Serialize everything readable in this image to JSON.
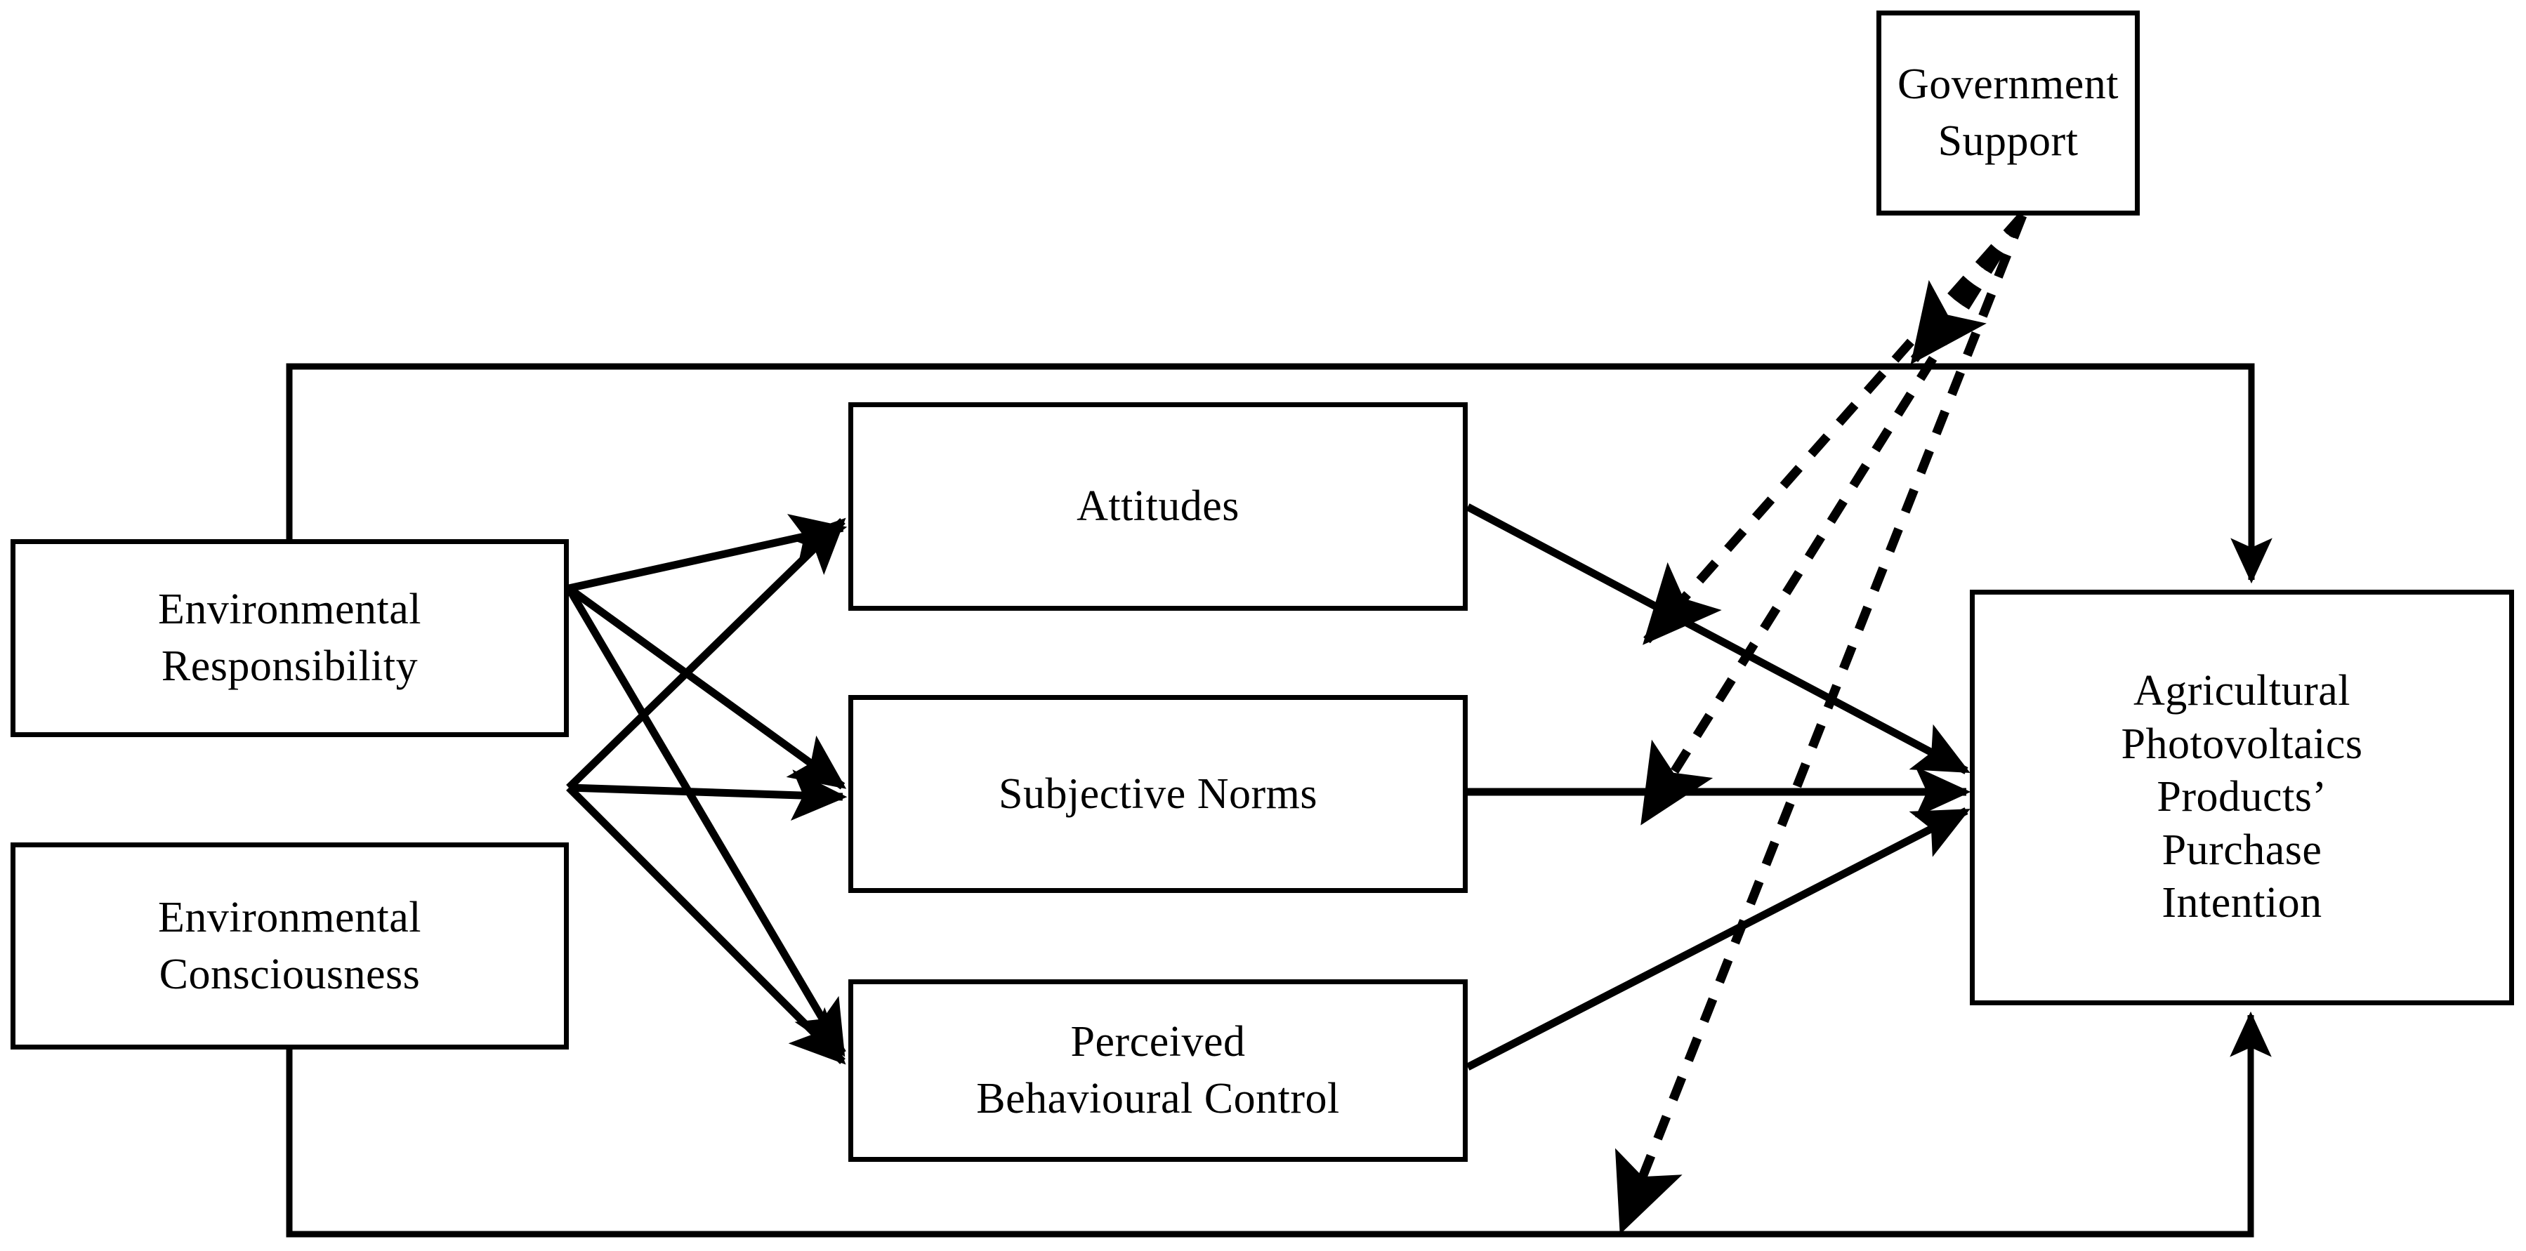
{
  "diagram": {
    "title": "Agricultural Photovoltaics Products Purchase Intention Research Model",
    "type": "conceptual-path-model",
    "colors": {
      "stroke": "#000000",
      "fill": "#ffffff",
      "background": "#ffffff"
    },
    "nodes": [
      {
        "id": "government-support",
        "label": "Government\nSupport",
        "line1": "Government",
        "line2": "Support",
        "role": "moderator"
      },
      {
        "id": "environmental-responsibility",
        "label": "Environmental\nResponsibility",
        "line1": "Environmental",
        "line2": "Responsibility",
        "role": "antecedent"
      },
      {
        "id": "environmental-consciousness",
        "label": "Environmental\nConsciousness",
        "line1": "Environmental",
        "line2": "Consciousness",
        "role": "antecedent"
      },
      {
        "id": "attitudes",
        "label": "Attitudes",
        "line1": "Attitudes",
        "role": "mediator"
      },
      {
        "id": "subjective-norms",
        "label": "Subjective Norms",
        "line1": "Subjective Norms",
        "role": "mediator"
      },
      {
        "id": "perceived-behavioural-control",
        "label": "Perceived\nBehavioural Control",
        "line1": "Perceived",
        "line2": "Behavioural Control",
        "role": "mediator"
      },
      {
        "id": "purchase-intention",
        "label": "Agricultural\nPhotovoltaics\nProducts’\nPurchase\nIntention",
        "line1": "Agricultural",
        "line2": "Photovoltaics",
        "line3": "Products’",
        "line4": "Purchase",
        "line5": "Intention",
        "role": "outcome"
      }
    ],
    "edges": [
      {
        "id": "er-to-attitudes",
        "from": "environmental-responsibility",
        "to": "attitudes",
        "style": "solid",
        "arrow": "single"
      },
      {
        "id": "er-to-subjective-norms",
        "from": "environmental-responsibility",
        "to": "subjective-norms",
        "style": "solid",
        "arrow": "single"
      },
      {
        "id": "er-to-pbc",
        "from": "environmental-responsibility",
        "to": "perceived-behavioural-control",
        "style": "solid",
        "arrow": "single"
      },
      {
        "id": "ec-to-attitudes",
        "from": "environmental-consciousness",
        "to": "attitudes",
        "style": "solid",
        "arrow": "single"
      },
      {
        "id": "ec-to-subjective-norms",
        "from": "environmental-consciousness",
        "to": "subjective-norms",
        "style": "solid",
        "arrow": "single"
      },
      {
        "id": "ec-to-pbc",
        "from": "environmental-consciousness",
        "to": "perceived-behavioural-control",
        "style": "solid",
        "arrow": "single"
      },
      {
        "id": "attitudes-to-purchase-intention",
        "from": "attitudes",
        "to": "purchase-intention",
        "style": "solid",
        "arrow": "single"
      },
      {
        "id": "subjective-norms-to-purchase-intention",
        "from": "subjective-norms",
        "to": "purchase-intention",
        "style": "solid",
        "arrow": "single"
      },
      {
        "id": "pbc-to-purchase-intention",
        "from": "perceived-behavioural-control",
        "to": "purchase-intention",
        "style": "solid",
        "arrow": "single"
      },
      {
        "id": "er-direct-to-purchase-intention",
        "from": "environmental-responsibility",
        "to": "purchase-intention",
        "style": "solid",
        "arrow": "single",
        "routing": "orthogonal-top"
      },
      {
        "id": "ec-direct-to-purchase-intention",
        "from": "environmental-consciousness",
        "to": "purchase-intention",
        "style": "solid",
        "arrow": "single",
        "routing": "orthogonal-bottom"
      },
      {
        "id": "gs-moderates-er-direct",
        "from": "government-support",
        "to": "er-direct-to-purchase-intention",
        "style": "dashed",
        "arrow": "single"
      },
      {
        "id": "gs-moderates-attitudes-path",
        "from": "government-support",
        "to": "attitudes-to-purchase-intention",
        "style": "dashed",
        "arrow": "single"
      },
      {
        "id": "gs-moderates-subjective-norms-path",
        "from": "government-support",
        "to": "subjective-norms-to-purchase-intention",
        "style": "dashed",
        "arrow": "single"
      },
      {
        "id": "gs-moderates-pbc-path",
        "from": "government-support",
        "to": "pbc-to-purchase-intention",
        "style": "dashed",
        "arrow": "single"
      },
      {
        "id": "gs-moderates-ec-direct",
        "from": "government-support",
        "to": "ec-direct-to-purchase-intention",
        "style": "dashed",
        "arrow": "single"
      }
    ]
  }
}
